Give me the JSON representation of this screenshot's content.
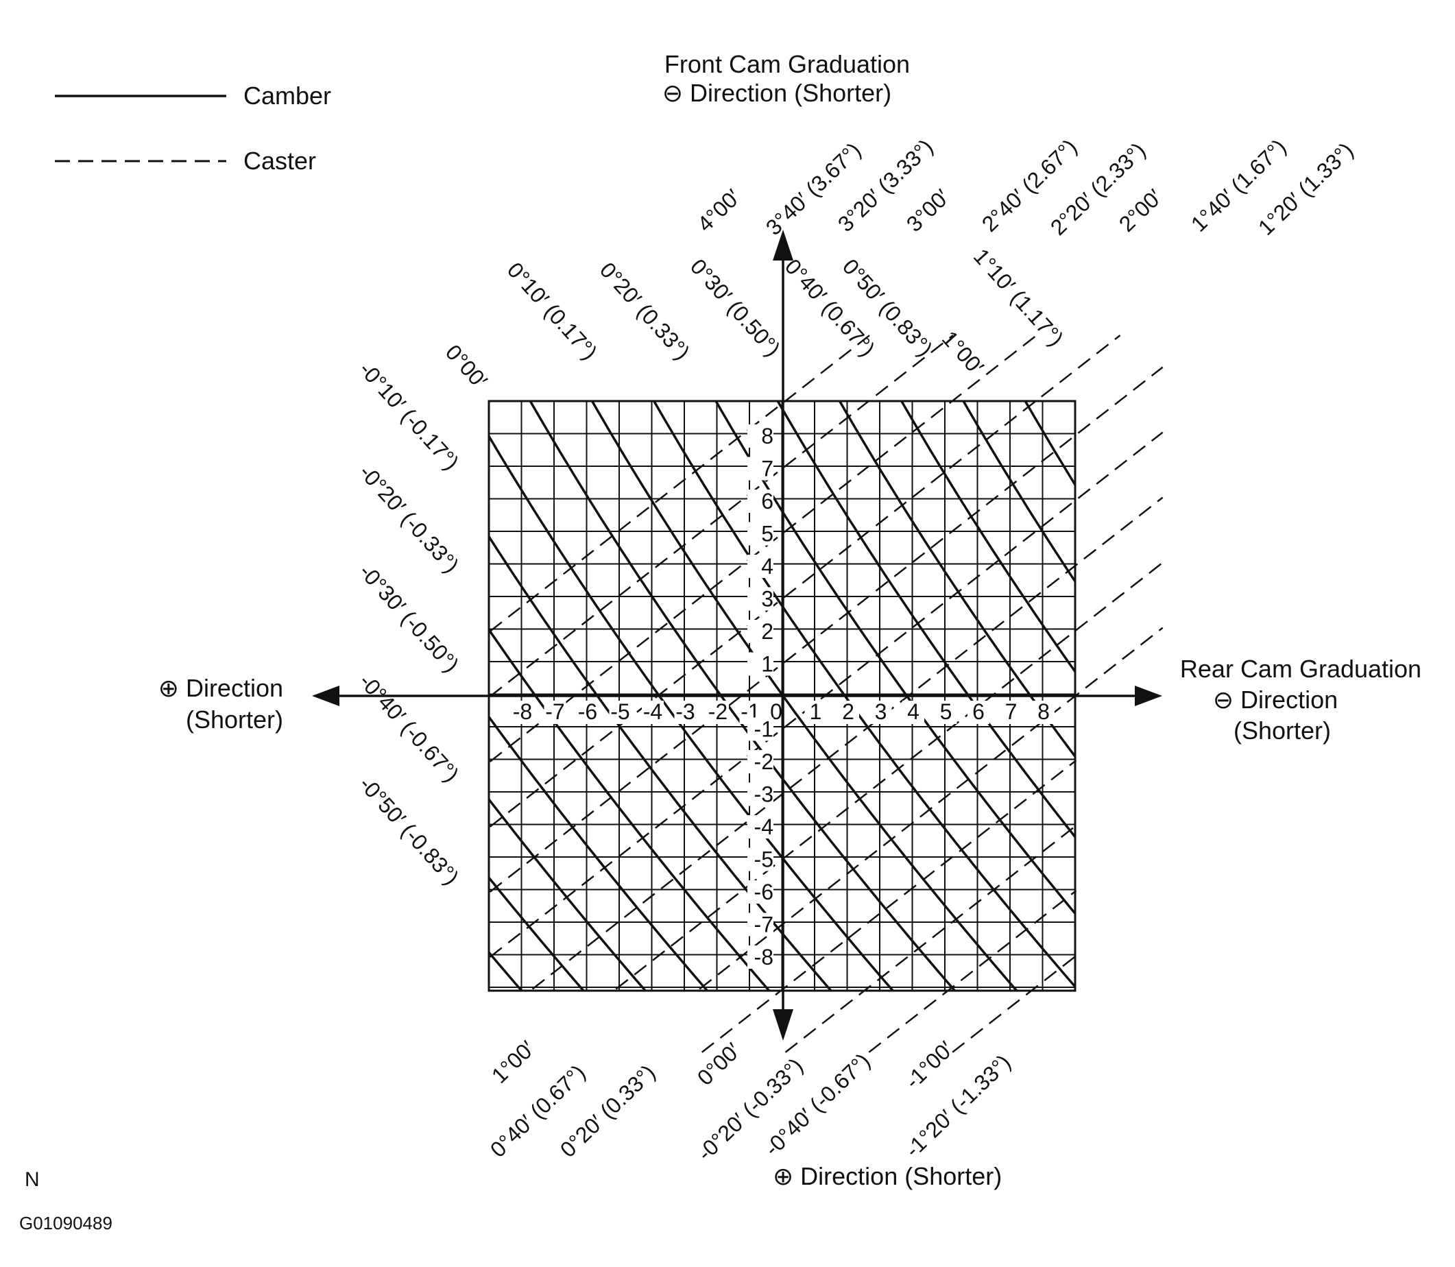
{
  "legend": {
    "camber_label": "Camber",
    "caster_label": "Caster"
  },
  "titles": {
    "top_line1": "Front Cam Graduation",
    "top_line2": "⊖ Direction (Shorter)",
    "right_line1": "Rear Cam Graduation",
    "right_line2": "⊖ Direction",
    "right_line3": "(Shorter)",
    "left_line1": "⊕ Direction",
    "left_line2": "(Shorter)",
    "bottom": "⊕ Direction (Shorter)"
  },
  "footer": {
    "code_letter": "N",
    "figure_id": "G01090489"
  },
  "chart_data": {
    "type": "nomograph",
    "x_axis_label": "Rear Cam Graduation",
    "y_axis_label": "Front Cam Graduation",
    "x_ticks": [
      "-8",
      "-7",
      "-6",
      "-5",
      "-4",
      "-3",
      "-2",
      "-1",
      "0",
      "1",
      "2",
      "3",
      "4",
      "5",
      "6",
      "7",
      "8"
    ],
    "y_ticks": [
      "8",
      "7",
      "6",
      "5",
      "4",
      "3",
      "2",
      "1",
      "-1",
      "-2",
      "-3",
      "-4",
      "-5",
      "-6",
      "-7",
      "-8"
    ],
    "xlim": [
      -9,
      9
    ],
    "ylim": [
      -9,
      9
    ],
    "grid": true,
    "legend_position": "top-left",
    "camber_lines": [
      {
        "label": "0°00′",
        "offset": -23
      },
      {
        "label": "0°10′ (0.17°)",
        "offset": -17.25
      },
      {
        "label": "0°20′ (0.33°)",
        "offset": -11.5
      },
      {
        "label": "0°30′ (0.50°)",
        "offset": -5.75
      },
      {
        "label": "0°40′ (0.67°)",
        "offset": 0
      },
      {
        "label": "0°50′ (0.83°)",
        "offset": 5.75
      },
      {
        "label": "1°00′",
        "offset": 11.5
      },
      {
        "label": "1°10′ (1.17°)",
        "offset": 17.25
      },
      {
        "label": "-0°10′ (-0.17°)",
        "offset": -28.75
      },
      {
        "label": "-0°20′ (-0.33°)",
        "offset": -34.5
      },
      {
        "label": "-0°30′ (-0.50°)",
        "offset": -40.25
      },
      {
        "label": "-0°40′ (-0.67°)",
        "offset": -46
      },
      {
        "label": "-0°50′ (-0.83°)",
        "offset": -51.75
      },
      {
        "label": "",
        "offset": 23
      },
      {
        "label": "",
        "offset": 28.75
      },
      {
        "label": "",
        "offset": 34.5
      },
      {
        "label": "",
        "offset": 40.25
      },
      {
        "label": "",
        "offset": 46
      },
      {
        "label": "",
        "offset": 51.75
      }
    ],
    "caster_lines": [
      {
        "label": "4°00′",
        "offset": 18
      },
      {
        "label": "3°40′ (3.67°)",
        "offset": 14
      },
      {
        "label": "3°20′ (3.33°)",
        "offset": 10
      },
      {
        "label": "3°00′",
        "offset": 6
      },
      {
        "label": "2°40′ (2.67°)",
        "offset": 2
      },
      {
        "label": "2°20′ (2.33°)",
        "offset": -2
      },
      {
        "label": "2°00′",
        "offset": -6
      },
      {
        "label": "1°40′ (1.67°)",
        "offset": -10
      },
      {
        "label": "1°20′ (1.33°)",
        "offset": -14
      },
      {
        "label": "1°00′",
        "offset": -18
      },
      {
        "label": "0°40′ (0.67°)",
        "offset": -22
      },
      {
        "label": "0°20′ (0.33°)",
        "offset": -26
      },
      {
        "label": "0°00′",
        "offset": -30
      },
      {
        "label": "-0°20′ (-0.33°)",
        "offset": -34
      },
      {
        "label": "-0°40′ (-0.67°)",
        "offset": -38
      },
      {
        "label": "-1°00′",
        "offset": -42
      },
      {
        "label": "-1°20′ (-1.33°)",
        "offset": -46
      }
    ]
  }
}
